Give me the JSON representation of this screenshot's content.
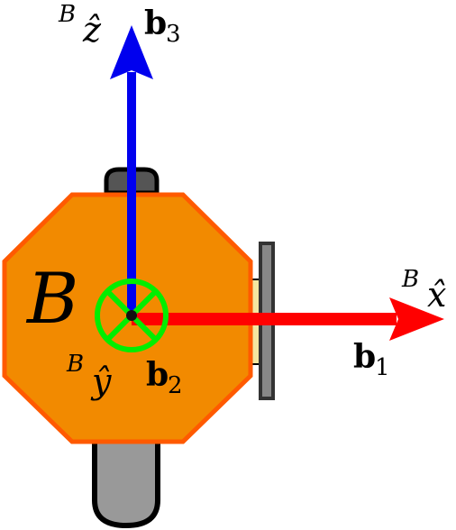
{
  "body_label": "B",
  "axes": {
    "z": {
      "frame_sup": "B",
      "symbol": "ẑ",
      "vector_base": "b",
      "vector_sub": "3",
      "color": "#0000ee"
    },
    "x": {
      "frame_sup": "B",
      "symbol": "x̂",
      "vector_base": "b",
      "vector_sub": "1",
      "color": "#ff0000"
    },
    "y": {
      "frame_sup": "B",
      "symbol": "ŷ",
      "vector_base": "b",
      "vector_sub": "2",
      "color": "#00ee00"
    }
  },
  "colors": {
    "body_fill": "#f28a00",
    "body_stroke": "#ff5a00",
    "mount_fill": "#999999",
    "mount_stroke": "#000000",
    "plate_fill": "#f3e7a0"
  }
}
